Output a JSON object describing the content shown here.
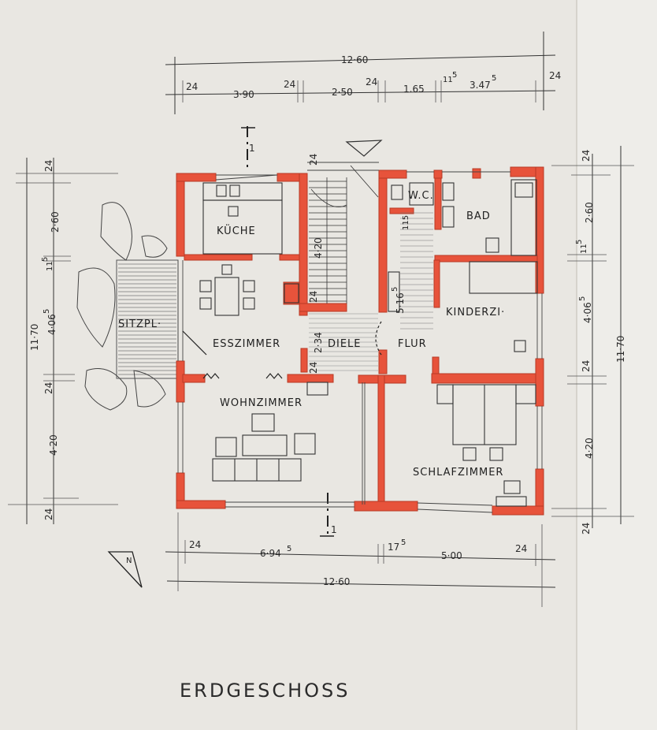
{
  "title": "ERDGESCHOSS",
  "rooms": {
    "kueche": "KÜCHE",
    "esszimmer": "ESSZIMMER",
    "diele": "DIELE",
    "flur": "FLUR",
    "wc": "W.C.",
    "bad": "BAD",
    "kinderzi": "KINDERZI·",
    "wohnzimmer": "WOHNZIMMER",
    "schlafzimmer": "SCHLAFZIMMER",
    "sitzpl": "SITZPL·"
  },
  "section_marks": {
    "top": "1",
    "bottom": "1"
  },
  "north": "N",
  "dims": {
    "top_total": "12·60",
    "top_24a": "24",
    "top_390": "3·90",
    "top_24b": "24",
    "top_250": "2·50",
    "top_24c": "24",
    "top_165": "1.65",
    "top_115": "11",
    "top_115_sup": "5",
    "top_3475": "3.47",
    "top_3475_sup": "5",
    "top_24d": "24",
    "bottom_24a": "24",
    "bottom_6945": "6·94",
    "bottom_6945_sup": "5",
    "bottom_175": "17",
    "bottom_175_sup": "5",
    "bottom_500": "5·00",
    "bottom_24b": "24",
    "bottom_total": "12·60",
    "left_total": "11·70",
    "left_24a": "24",
    "left_260": "2·60",
    "left_115": "11",
    "left_115_sup": "5",
    "left_4065": "4·06",
    "left_4065_sup": "5",
    "left_24b": "24",
    "left_420": "4·20",
    "left_24c": "24",
    "right_total": "11·70",
    "right_24a": "24",
    "right_260": "2·60",
    "right_115": "11",
    "right_115_sup": "5",
    "right_4065": "4·06",
    "right_4065_sup": "5",
    "right_24b": "24",
    "right_420": "4·20",
    "right_24c": "24",
    "stair_24a": "24",
    "stair_420": "4·20",
    "stair_24b": "24",
    "stair_234": "2·34",
    "stair_24c": "24",
    "flur_115": "115",
    "flur_5165": "5·16",
    "flur_5165_sup": "5"
  },
  "colors": {
    "wall": "#e7533b",
    "paper": "#e9e7e2",
    "ink": "#2a2a2a"
  }
}
